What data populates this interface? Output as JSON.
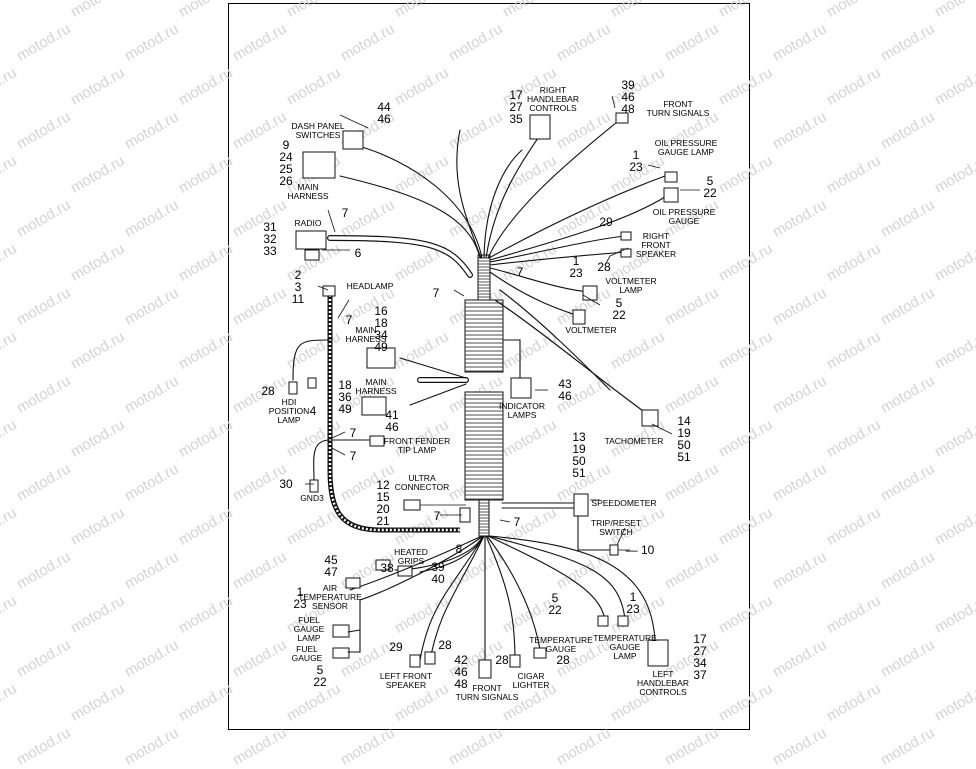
{
  "watermark": "motod.ru",
  "colors": {
    "ink": "#111111",
    "watermark": "#d3d3d3",
    "background": "#ffffff"
  },
  "captions": {
    "dash_panel_switches": [
      "DASH PANEL",
      "SWITCHES"
    ],
    "main_harness_top": [
      "MAIN",
      "HARNESS"
    ],
    "radio": "RADIO",
    "headlamp": "HEADLAMP",
    "main_harness_mid": [
      "MAIN",
      "HARNESS"
    ],
    "main_harness_lower": [
      "MAIN",
      "HARNESS"
    ],
    "hdi_position_lamp": [
      "HDI",
      "POSITION",
      "LAMP"
    ],
    "front_fender_tip_lamp": [
      "FRONT FENDER",
      "TIP LAMP"
    ],
    "gnd3": "GND3",
    "ultra_connector": [
      "ULTRA",
      "CONNECTOR"
    ],
    "heated_grips": [
      "HEATED",
      "GRIPS"
    ],
    "air_temperature_sensor": [
      "AIR",
      "TEMPERATURE",
      "SENSOR"
    ],
    "fuel_gauge_lamp": [
      "FUEL",
      "GAUGE",
      "LAMP"
    ],
    "fuel_gauge": [
      "FUEL",
      "GAUGE"
    ],
    "left_front_speaker": [
      "LEFT FRONT",
      "SPEAKER"
    ],
    "front_turn_signals_bottom": [
      "FRONT",
      "TURN SIGNALS"
    ],
    "cigar_lighter": [
      "CIGAR",
      "LIGHTER"
    ],
    "temperature_gauge": [
      "TEMPERATURE",
      "GAUGE"
    ],
    "temperature_gauge_lamp": [
      "TEMPERATURE",
      "GAUGE",
      "LAMP"
    ],
    "left_handlebar_controls": [
      "LEFT",
      "HANDLEBAR",
      "CONTROLS"
    ],
    "right_handlebar_controls": [
      "RIGHT",
      "HANDLEBAR",
      "CONTROLS"
    ],
    "front_turn_signals_top": [
      "FRONT",
      "TURN SIGNALS"
    ],
    "oil_pressure_gauge_lamp": [
      "OIL PRESSURE",
      "GAUGE LAMP"
    ],
    "oil_pressure_gauge": [
      "OIL PRESSURE",
      "GAUGE"
    ],
    "right_front_speaker": [
      "RIGHT",
      "FRONT",
      "SPEAKER"
    ],
    "voltmeter_lamp": [
      "VOLTMETER",
      "LAMP"
    ],
    "voltmeter": "VOLTMETER",
    "indicator_lamps": [
      "INDICATOR",
      "LAMPS"
    ],
    "tachometer": "TACHOMETER",
    "speedometer": "SPEEDOMETER",
    "trip_reset_switch": [
      "TRIP/RESET",
      "SWITCH"
    ]
  },
  "refs": {
    "dash_panel": [
      "44",
      "46"
    ],
    "main_harness_top": [
      "9",
      "24",
      "25",
      "26"
    ],
    "radio": [
      "31",
      "32",
      "33"
    ],
    "radio_7": "7",
    "radio_6": "6",
    "headlamp": [
      "2",
      "3",
      "11"
    ],
    "trunk_7_left": "7",
    "trunk_7_right": "7",
    "main_harness_mid": [
      "16",
      "18",
      "34",
      "49"
    ],
    "main_harness_mid_7": "7",
    "main_harness_lower": [
      "18",
      "36",
      "49"
    ],
    "main_harness_lower_41": "41",
    "hdi_28": "28",
    "hdi_4": "4",
    "fender_46": "46",
    "fender_7a": "7",
    "fender_7b": "7",
    "gnd3_30": "30",
    "ultra": [
      "12",
      "15",
      "20",
      "21"
    ],
    "ultra_7": "7",
    "junction_7": "7",
    "heated_grips_8": "8",
    "heated_grips_38": "38",
    "heated_grips_right": [
      "39",
      "40"
    ],
    "air_temp": [
      "45",
      "47"
    ],
    "fuel_lamp": [
      "1",
      "23"
    ],
    "fuel_gauge": [
      "5",
      "22"
    ],
    "left_speaker": [
      "29",
      "28"
    ],
    "front_signals_bottom": [
      "42",
      "46",
      "48"
    ],
    "cigar_28": "28",
    "temp_gauge_28": "28",
    "temp_gauge_lamp_left": [
      "5",
      "22"
    ],
    "temp_gauge_lamp_right": [
      "1",
      "23"
    ],
    "left_handlebar": [
      "17",
      "27",
      "34",
      "37"
    ],
    "right_handlebar": [
      "17",
      "27",
      "35"
    ],
    "front_signals_top": [
      "39",
      "46",
      "48"
    ],
    "oil_lamp": [
      "1",
      "23"
    ],
    "oil_gauge": [
      "5",
      "22"
    ],
    "right_speaker": [
      "29",
      "28"
    ],
    "voltmeter_lamp": [
      "1",
      "23"
    ],
    "voltmeter": [
      "5",
      "22"
    ],
    "indicator": [
      "43",
      "46"
    ],
    "tachometer": [
      "14",
      "19",
      "50",
      "51"
    ],
    "speedometer": [
      "13",
      "19",
      "50",
      "51"
    ],
    "trip_10": "10"
  }
}
